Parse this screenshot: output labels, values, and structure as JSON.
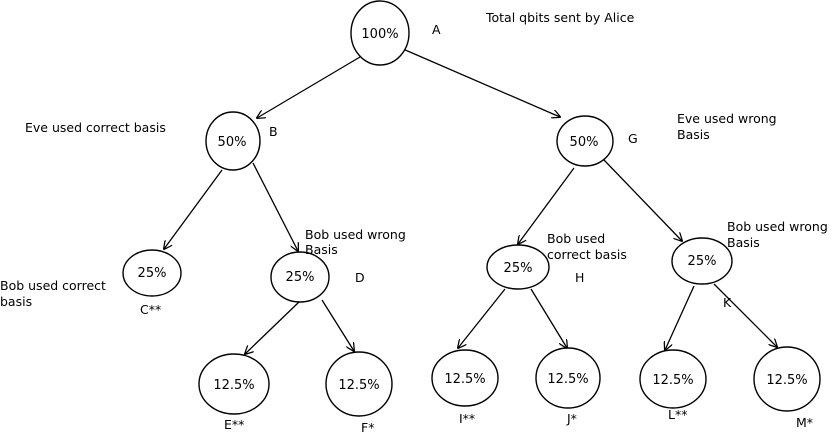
{
  "header": {
    "title": "Total qbits sent by Alice"
  },
  "nodes": {
    "A": {
      "value": "100%",
      "letter": "A"
    },
    "B": {
      "value": "50%",
      "letter": "B"
    },
    "G": {
      "value": "50%",
      "letter": "G"
    },
    "C": {
      "value": "25%",
      "letter": "C**"
    },
    "D": {
      "value": "25%",
      "letter": "D"
    },
    "H": {
      "value": "25%",
      "letter": "H"
    },
    "K": {
      "value": "25%",
      "letter": "K"
    },
    "E": {
      "value": "12.5%",
      "letter": "E**"
    },
    "F": {
      "value": "12.5%",
      "letter": "F*"
    },
    "I": {
      "value": "12.5%",
      "letter": "I**"
    },
    "J": {
      "value": "12.5%",
      "letter": "J*"
    },
    "L": {
      "value": "12.5%",
      "letter": "L**"
    },
    "M": {
      "value": "12.5%",
      "letter": "M*"
    }
  },
  "annotations": {
    "eve_correct": "Eve used correct basis",
    "eve_wrong_1": "Eve used wrong",
    "eve_wrong_2": "Basis",
    "bob_correct_left_1": "Bob used correct",
    "bob_correct_left_2": "basis",
    "bob_wrong_left_1": "Bob used wrong",
    "bob_wrong_left_2": "Basis",
    "bob_correct_right_1": "Bob used",
    "bob_correct_right_2": "correct basis",
    "bob_wrong_right_1": "Bob used wrong",
    "bob_wrong_right_2": "Basis"
  }
}
